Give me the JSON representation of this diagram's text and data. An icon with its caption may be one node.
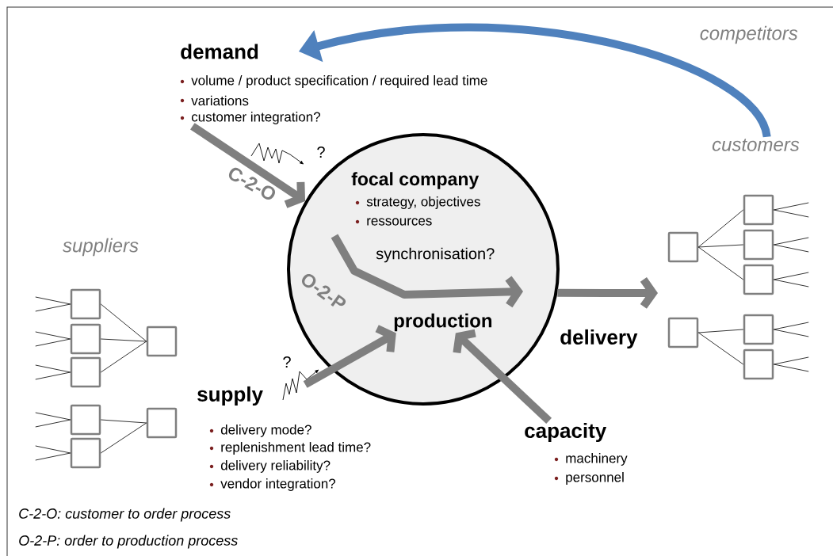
{
  "diagram": {
    "nodes": [
      {
        "text": [
          "demand",
          "volume / product specification / required lead time",
          "variations",
          "customer integration?"
        ]
      },
      {
        "text": [
          "customers"
        ]
      },
      {
        "text": [
          "focal company",
          "strategy, objectives",
          "ressources",
          "synchronisation?"
        ]
      },
      {
        "text": [
          "production"
        ],
        "in": 2
      },
      {
        "text": [],
        "shape": "box"
      },
      {
        "text": [],
        "shape": "box"
      },
      {
        "text": [],
        "shape": "box"
      },
      {
        "text": [],
        "shape": "box"
      },
      {
        "text": [],
        "shape": "box"
      },
      {
        "text": [],
        "shape": "box"
      },
      {
        "text": [],
        "shape": "box"
      },
      {
        "text": [],
        "shape": "box"
      },
      {
        "text": [],
        "shape": "box"
      },
      {
        "text": [],
        "shape": "box"
      },
      {
        "text": [],
        "shape": "box"
      },
      {
        "text": [],
        "shape": "box"
      },
      {
        "text": [],
        "shape": "box"
      },
      {
        "text": [],
        "shape": "box"
      },
      {
        "text": [
          "supply",
          "delivery mode?",
          "replenishment lead time?",
          "delivery reliability?",
          "vendor integration?"
        ]
      },
      {
        "text": [
          "capacity",
          "machinery",
          "personnel"
        ]
      }
    ],
    "edges": [
      {
        "from": 1,
        "to": 0,
        "arrow": "to",
        "style": "thick",
        "color": "#4f81bd"
      },
      {
        "from": 0,
        "to": 2,
        "arrow": "to",
        "label": "C-2-O",
        "style": "thick",
        "color": "#7f7f7f"
      },
      {
        "from": 2,
        "to": null,
        "arrow": "to",
        "label": "delivery",
        "style": "thick",
        "color": "#7f7f7f"
      },
      {
        "from": 18,
        "to": 3,
        "arrow": "to",
        "style": "thick",
        "color": "#7f7f7f"
      },
      {
        "from": 19,
        "to": 3,
        "arrow": "to",
        "style": "thick",
        "color": "#7f7f7f"
      },
      {
        "from": null,
        "to": 4,
        "arrow": "none"
      },
      {
        "from": null,
        "to": 4,
        "arrow": "none"
      },
      {
        "from": null,
        "to": 5,
        "arrow": "none"
      },
      {
        "from": null,
        "to": 5,
        "arrow": "none"
      },
      {
        "from": null,
        "to": 6,
        "arrow": "none"
      },
      {
        "from": null,
        "to": 6,
        "arrow": "none"
      },
      {
        "from": null,
        "to": 8,
        "arrow": "none"
      },
      {
        "from": null,
        "to": 8,
        "arrow": "none"
      },
      {
        "from": null,
        "to": 9,
        "arrow": "none"
      },
      {
        "from": null,
        "to": 9,
        "arrow": "none"
      },
      {
        "from": 4,
        "to": 7,
        "arrow": "none"
      },
      {
        "from": 5,
        "to": 7,
        "arrow": "none"
      },
      {
        "from": 6,
        "to": 7,
        "arrow": "none"
      },
      {
        "from": 8,
        "to": 10,
        "arrow": "none"
      },
      {
        "from": 9,
        "to": 10,
        "arrow": "none"
      },
      {
        "from": 11,
        "to": 12,
        "arrow": "none"
      },
      {
        "from": 11,
        "to": 13,
        "arrow": "none"
      },
      {
        "from": 11,
        "to": 14,
        "arrow": "none"
      },
      {
        "from": 15,
        "to": 16,
        "arrow": "none"
      },
      {
        "from": 15,
        "to": 17,
        "arrow": "none"
      },
      {
        "from": 12,
        "to": null,
        "arrow": "none"
      },
      {
        "from": 12,
        "to": null,
        "arrow": "none"
      },
      {
        "from": 13,
        "to": null,
        "arrow": "none"
      },
      {
        "from": 13,
        "to": null,
        "arrow": "none"
      },
      {
        "from": 14,
        "to": null,
        "arrow": "none"
      },
      {
        "from": 14,
        "to": null,
        "arrow": "none"
      },
      {
        "from": 16,
        "to": null,
        "arrow": "none"
      },
      {
        "from": 16,
        "to": null,
        "arrow": "none"
      },
      {
        "from": 17,
        "to": null,
        "arrow": "none"
      },
      {
        "from": 17,
        "to": null,
        "arrow": "none"
      }
    ],
    "labels": [
      "competitors",
      "?",
      "suppliers",
      "O-2-P",
      "?",
      "C-2-O: customer to order process",
      "O-2-P: order to production process"
    ]
  }
}
